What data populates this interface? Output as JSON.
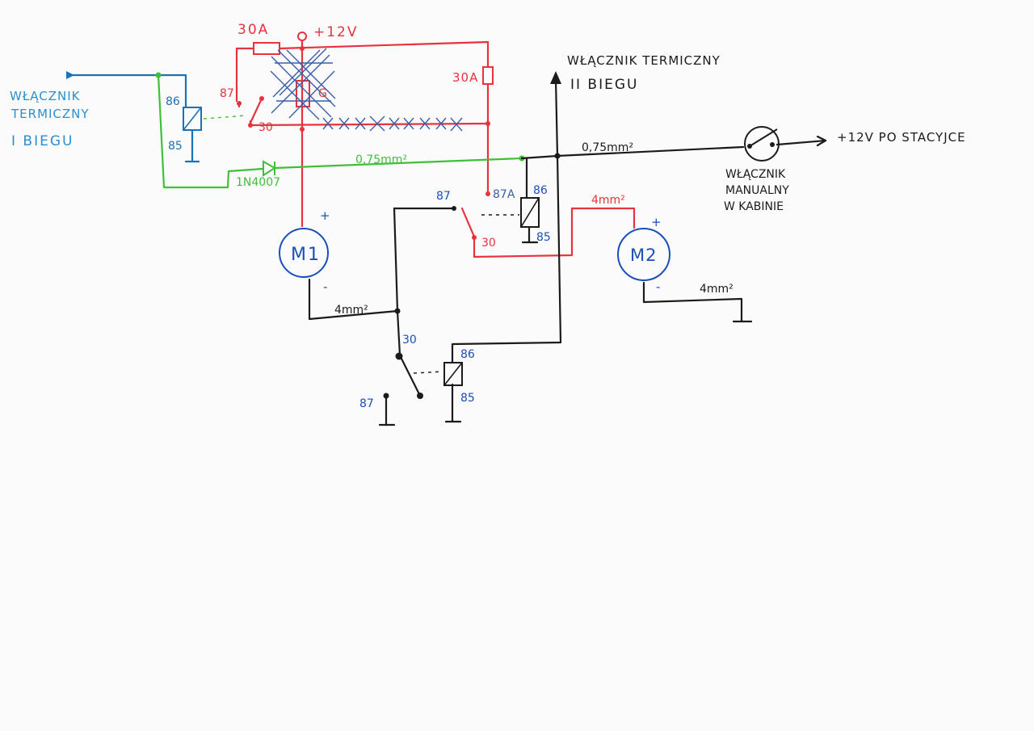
{
  "colors": {
    "red": "#e8323e",
    "black": "#1b1b1b",
    "green": "#3fbf3a",
    "blue": "#1a72b8",
    "lblue": "#2a8fd0",
    "paper": "#fbfbfb"
  },
  "labels": {
    "supply": "+12V",
    "fuse_top": "30A",
    "fuse_right": "30A",
    "relay1_87": "87",
    "relay1_30": "30",
    "relay1_g": "G",
    "thermal1_l1": "WŁĄCZNIK",
    "thermal1_l2": "TERMICZNY",
    "thermal1_l3": "I BIEGU",
    "relay_blue_86": "86",
    "relay_blue_85": "85",
    "diode": "1N4007",
    "green_wire": "0,75mm²",
    "motor1": "M1",
    "m1_plus": "+",
    "m1_minus": "-",
    "wire_m1": "4mm²",
    "thermal2_l1": "WŁĄCZNIK TERMICZNY",
    "thermal2_l2": "II BIEGU",
    "black_wire": "0,75mm²",
    "manual_l1": "WŁĄCZNIK",
    "manual_l2": "MANUALNY",
    "manual_l3": "W KABINIE",
    "supply_ignition": "+12V PO STACYJCE",
    "relay2_87": "87",
    "relay2_87a": "87A",
    "relay2_86": "86",
    "relay2_85": "85",
    "relay2_30": "30",
    "wire_m2_plus": "4mm²",
    "motor2": "M2",
    "m2_plus": "+",
    "m2_minus": "-",
    "wire_m2_gnd": "4mm²",
    "relay3_30": "30",
    "relay3_86": "86",
    "relay3_85": "85",
    "relay3_87": "87"
  }
}
